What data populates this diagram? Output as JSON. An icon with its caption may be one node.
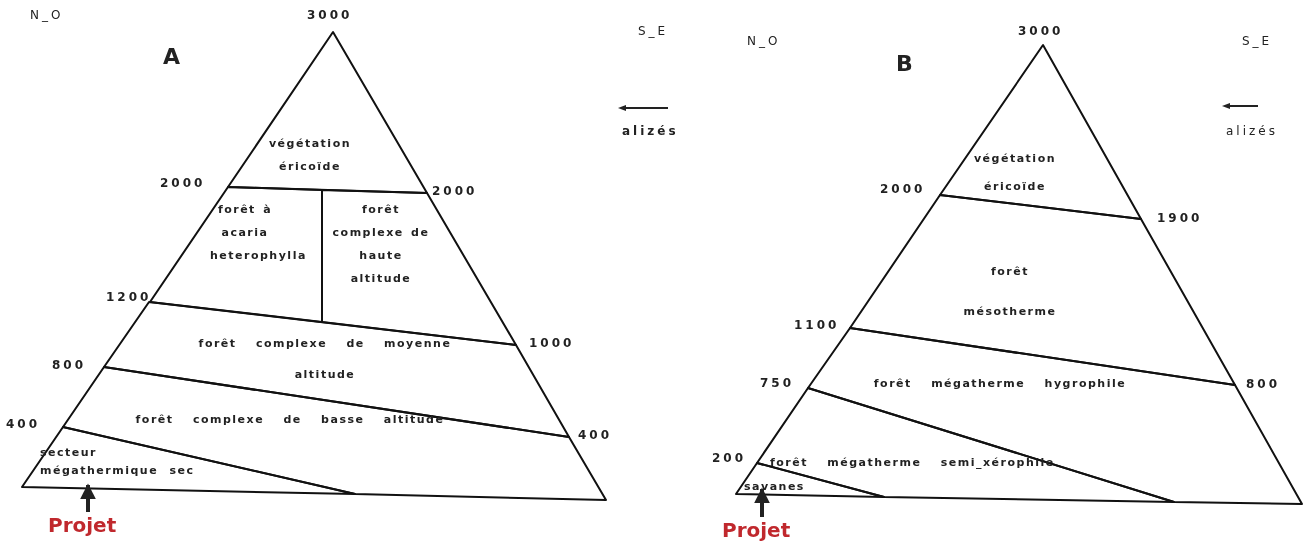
{
  "diagram": {
    "nodes": [
      {
        "text": [
          "végétation éricoïde"
        ]
      },
      {
        "text": [
          "forêt à acaria heterophylla"
        ]
      },
      {
        "text": [
          "forêt complexe de haute altitude"
        ]
      },
      {
        "text": [
          "forêt complexe de moyenne altitude"
        ]
      },
      {
        "text": [
          "forêt complexe de basse altitude"
        ]
      },
      {
        "text": [
          "secteur mégathermique sec"
        ]
      },
      {
        "text": [
          "Projet"
        ]
      },
      {
        "text": [
          "végétation éricoïde"
        ]
      },
      {
        "text": [
          "forêt mésotherme"
        ]
      },
      {
        "text": [
          "forêt mégatherme hygrophile"
        ]
      },
      {
        "text": [
          "forêt mégatherme semi_xérophile"
        ]
      },
      {
        "text": [
          "savanes"
        ]
      },
      {
        "text": [
          "Projet"
        ]
      }
    ],
    "edges": [
      {
        "from": 6,
        "to": 5,
        "arrow": "to"
      },
      {
        "from": 12,
        "to": 11,
        "arrow": "to"
      }
    ],
    "labels": [
      "N_O",
      "A",
      "3000",
      "S_E",
      "alizés",
      "2000",
      "2000",
      "1200",
      "1000",
      "800",
      "400",
      "400",
      "N_O",
      "B",
      "3000",
      "S_E",
      "alizés",
      "2000",
      "1900",
      "1100",
      "800",
      "750",
      "200"
    ]
  }
}
